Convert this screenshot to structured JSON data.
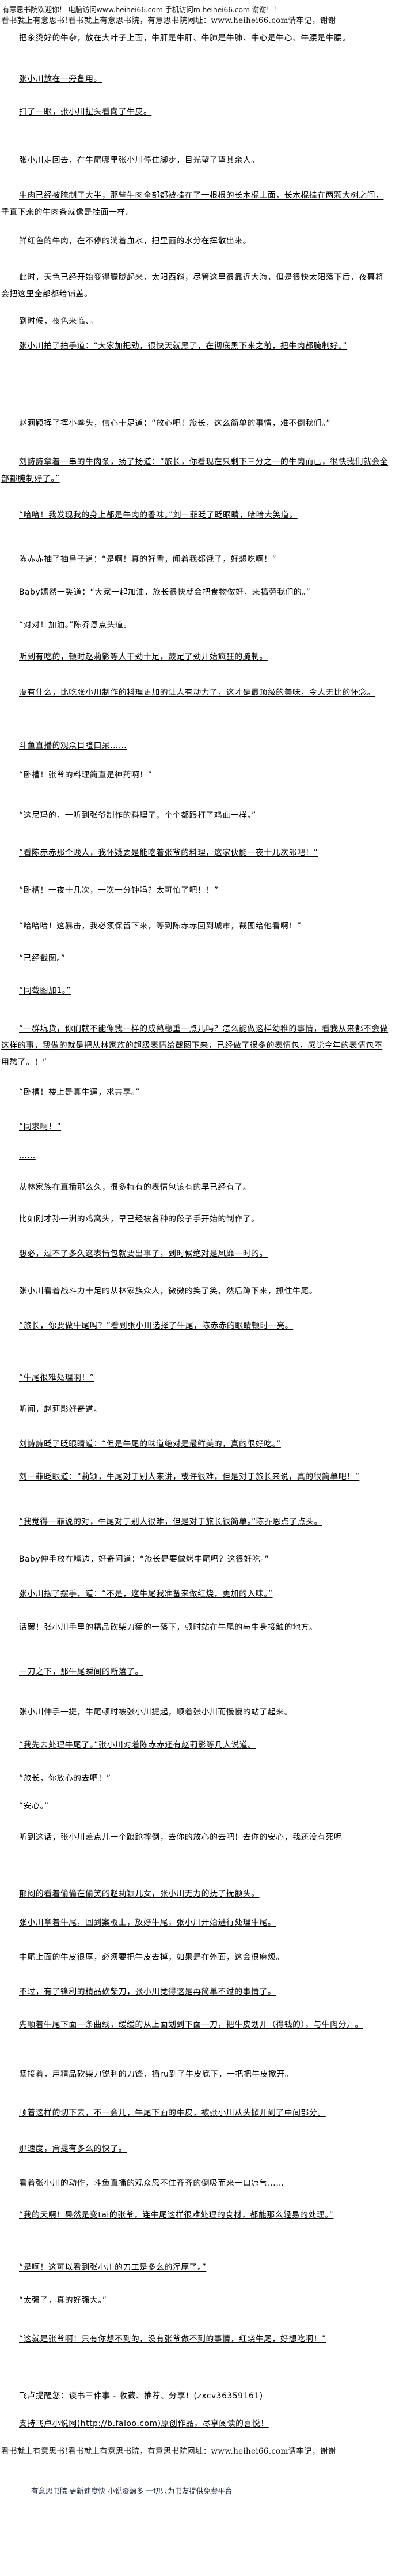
{
  "header": {
    "welcome_line": "有意思书院欢迎你！ 电脑访问www.heihei66.com   手机访问m.heihei66.com  谢谢！！",
    "site_banner": "看书就上有意思书!看书就上有意思书院，有意思书院网址：www.heihei66.com请牢记，谢谢"
  },
  "chapter": {
    "paragraphs": [
      "把汆烫好的牛杂，放在大叶子上面，牛肝是牛肝、牛肺是牛肺、牛心是牛心、牛腰是牛腰。",
      "张小川放在一旁备用。",
      "扫了一眼，张小川扭头看向了牛皮。",
      "张小川走回去，在牛尾哪里张小川停住脚步，目光望了望其余人。",
      "牛肉已经被腌制了大半，那些牛肉全部都被挂在了一根根的长木棍上面，长木棍挂在两颗大树之间，垂直下来的牛肉条就像是挂面一样。",
      "鲜红色的牛肉，在不停的淌着血水，把里面的水分在挥散出来。",
      "此时，天色已经开始变得朦胧起来，太阳西斜，尽管这里很靠近大海，但是很快太阳落下后，夜幕将会把这里全部都给铺盖。",
      "到时候，夜色来临、。",
      "张小川拍了拍手道：“大家加把劲，很快天就黑了，在彻底黑下来之前，把牛肉都腌制好。”",
      "赵莉颖挥了挥小拳头，信心十足道：“放心吧！旅长，这么简单的事情，难不倒我们。”",
      "刘詩詩拿着一串的牛肉条，扬了扬道：“旅长，你看现在只剩下三分之一的牛肉而已，很快我们就会全部都腌制好了。”",
      "“哈哈！我发现我的身上都是牛肉的香味。”刘一菲眨了眨眼睛，哈哈大笑道。",
      "陈赤赤抽了抽鼻子道：“是啊！真的好香，闻着我都饿了，好想吃啊！”",
      "Baby嫣然一笑道：“大家一起加油，旅长很快就会把食物做好，来犒劳我们的。”",
      "“对对！加油。”陈乔恩点头道。",
      "听到有吃的，顿时赵莉影等人干劲十足，鼓足了劲开始疯狂的腌制。",
      "没有什么，比吃张小川制作的料理更加的让人有动力了，这才是最顶级的美味，令人无比的怀念。",
      "斗鱼直播的观众目瞪口呆……",
      "“卧槽！张爷的料理简直是神药啊！”",
      "“这尼玛的，一听到张爷制作的料理了，个个都跟打了鸡血一样。”",
      "“看陈赤赤那个贱人，我怀疑要是能吃着张爷的料理，这家伙能一夜十几次郎吧！”",
      "“卧槽！一夜十几次，一次一分钟吗？太可怕了吧！！”",
      "“哈哈哈！这暴击，我必须保留下来，等到陈赤赤回到城市，截图给他看啊！”",
      "“已经截图。”",
      "“同截图加1。”",
      "“一群坑货，你们就不能像我一样的成熟稳重一点儿吗？怎么能做这样幼稚的事情，看我从来都不会做这样的事，我做的就是把从林家族的超级表情给截图下来，已经做了很多的表情包，感觉今年的表情包不用愁了。！”",
      "“卧槽！楼上是真牛逼，求共享。”",
      "“同求啊！”",
      "……",
      "从林家族在直播那么久，很多特有的表情包该有的早已经有了。",
      "比如刚才孙一洲的鸡窝头，早已经被各种的段子手开始的制作了。",
      "想必，过不了多久这表情包就要出事了，到时候绝对是风靡一时的。",
      "张小川看着战斗力十足的从林家族众人，微微的笑了笑，然后蹲下来，抓住牛尾。",
      "“旅长，你要做牛尾吗？”看到张小川选择了牛尾，陈赤赤的眼睛顿时一亮。",
      "“牛尾很难处理啊！”",
      "听闻，赵莉影好奇道。",
      "刘詩詩眨了眨眼睛道：“但是牛尾的味道绝对是最鲜美的，真的很好吃。”",
      "刘一菲眨眼道：“莉颖，牛尾对于别人来讲，或许很难，但是对于旅长来说，真的很简单吧！”",
      "“我觉得一菲说的对，牛尾对于别人很难，但是对于旅长很简单。”陈乔恩点了点头。",
      "Baby伸手放在嘴边，好奇问道：“旅长是要做烤牛尾吗？这很好吃。”",
      "张小川摆了摆手，道：“不是，这牛尾我准备来做红烧，更加的入味。”",
      "话罢！张小川手里的精品砍柴刀猛的一落下，顿时站在牛尾的与牛身接触的地方。",
      "一刀之下，那牛尾瞬间的断落了。",
      "张小川伸手一提，牛尾顿时被张小川提起，顺着张小川而慢慢的站了起来。",
      "“我先去处理牛尾了。”张小川对着陈赤赤还有赵莉影等几人说道。",
      "“旅长，你放心的去吧！”",
      "“安心。”",
      "听到这话，张小川差点儿一个踉跄摔倒，去你的放心的去吧！去你的安心，我还没有死呢",
      "郁闷的看着偷偷在偷笑的赵莉颖几女，张小川无力的抚了抚额头。",
      "张小川拿着牛尾，回到案板上，放好牛尾，张小川开始进行处理牛尾。",
      "牛尾上面的牛皮很厚，必须要把牛皮去掉，如果是在外面，这会很麻烦。",
      "不过，有了锋利的精品砍柴刀，张小川觉得这是再简单不过的事情了。",
      "先顺着牛尾下面一条曲线，缓缓的从上面划到下面一刀，把牛皮划开（得钱的），与牛肉分开。",
      "紧接着，用精品砍柴刀锐利的刀锋，插ru到了牛皮底下，一把把牛皮掀开。",
      "顺着这样的切下去，不一会儿，牛尾下面的牛皮，被张小川从头掀开到了中间部分。",
      "那速度，甭提有多么的快了。",
      "看着张小川的动作，斗鱼直播的观众忍不住齐齐的倒吸而来一口凉气……",
      "“我的天啊！果然是变tai的张爷，连牛尾这样很难处理的食材，都能那么轻易的处理。”",
      "“是啊！这可以看到张小川的刀工是多么的浑厚了。”",
      "“太强了，真的好强大。”",
      "“这就是张爷啊！只有你想不到的，没有张爷做不到的事情，红烧牛尾，好想吃啊！”"
    ],
    "reminder": "飞卢提醒您：读书三件事 - 收藏、推荐、分享！(zxcv36359161)",
    "support_line": "支持飞卢小说网(http://b.faloo.com)原创作品，尽享阅读的喜悦！"
  },
  "footer": {
    "site_banner": "看书就上有意思书!看书就上有意思书院，有意思书院网址：www.heihei66.com请牢记，谢谢",
    "tagline": "有意思书院 更新速度快 小说资源多 一切只为书友提供免费平台"
  }
}
